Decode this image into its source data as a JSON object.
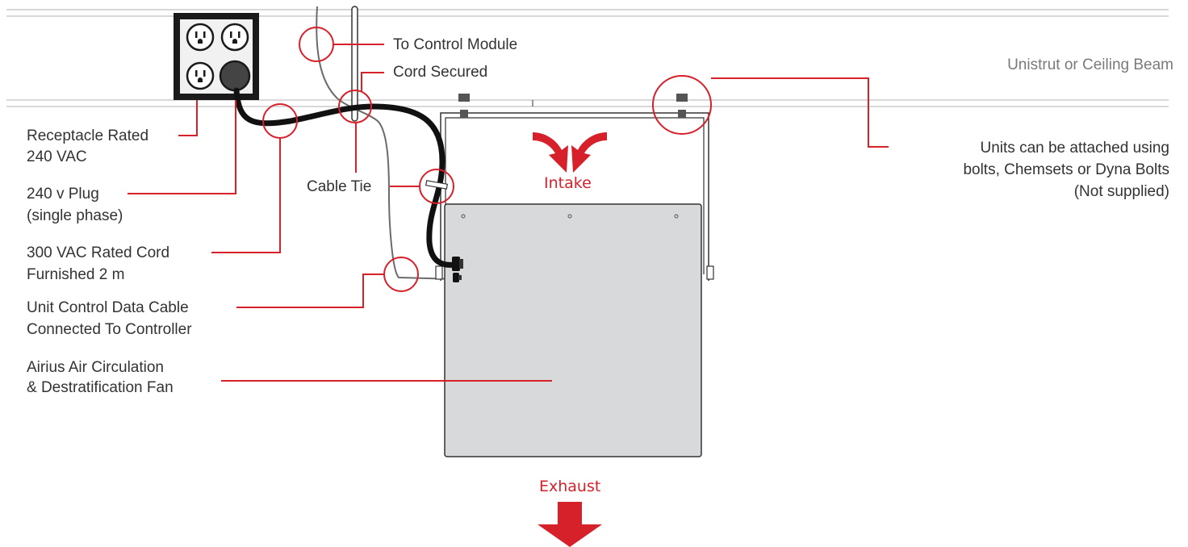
{
  "labels": {
    "to_control_module": "To Control Module",
    "cord_secured": "Cord Secured",
    "ceiling_beam": "Unistrut or Ceiling Beam",
    "receptacle_line1": "Receptacle Rated",
    "receptacle_line2": "240 VAC",
    "plug_line1": "240 v Plug",
    "plug_line2": "(single phase)",
    "cord_line1": "300 VAC Rated Cord",
    "cord_line2": "Furnished 2 m",
    "data_cable_line1": "Unit Control Data Cable",
    "data_cable_line2": "Connected To Controller",
    "fan_line1": "Airius Air Circulation",
    "fan_line2": "& Destratification Fan",
    "cable_tie": "Cable Tie",
    "mount_line1": "Units can be attached using",
    "mount_line2": "bolts, Chemsets or Dyna Bolts",
    "mount_line3": "(Not supplied)",
    "intake": "Intake",
    "exhaust": "Exhaust"
  },
  "colors": {
    "callout_red": "#d6202a",
    "text_dark": "#333333",
    "text_gray": "#7a7a7a",
    "fan_panel": "#d8d9da",
    "cord": "#111111",
    "beam_line": "#cccccc"
  },
  "icons": {
    "intake_arrows": "double-curved-arrow-down-icon",
    "exhaust_arrow": "arrow-down-icon",
    "receptacle": "power-outlet-icon"
  }
}
